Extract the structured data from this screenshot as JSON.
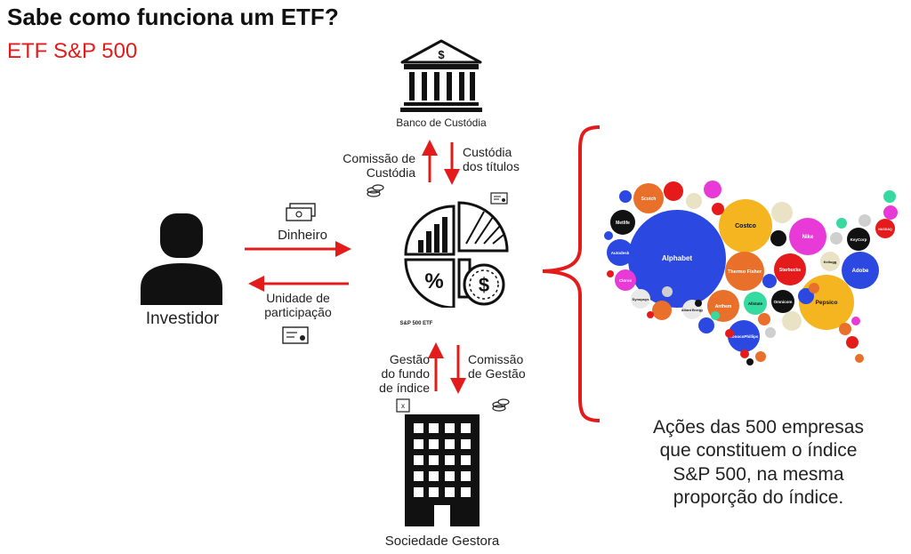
{
  "header": {
    "title": "Sabe como funciona um ETF?",
    "subtitle": "ETF S&P 500"
  },
  "nodes": {
    "bank": "Banco de Custódia",
    "investor": "Investidor",
    "etf": "S&P 500 ETF",
    "manager": "Sociedade Gestora"
  },
  "flows": {
    "custody_fee": [
      "Comissão de",
      "Custódia"
    ],
    "custody_securities": [
      "Custódia",
      "dos títulos"
    ],
    "money": "Dinheiro",
    "participation_unit": [
      "Unidade de",
      "participação"
    ],
    "fund_management": [
      "Gestão",
      "do fundo",
      "de índice"
    ],
    "management_fee": [
      "Comissão",
      "de Gestão"
    ]
  },
  "companies": [
    "Alphabet",
    "Costco",
    "Scotch",
    "Metlife",
    "Autodesk",
    "Clorox",
    "Synopsys",
    "Alliant Energy",
    "Anthem",
    "Thermo Fisher",
    "Starbucks",
    "Nike",
    "Kellogg",
    "KeyCorp",
    "NASDAQ",
    "Adobe",
    "Allstate",
    "Omnicom",
    "Pepsico",
    "ConocoPhillips"
  ],
  "caption": [
    "Ações das 500 empresas",
    "que constituem o índice",
    "S&P 500, na mesma",
    "proporção do índice."
  ],
  "colors": {
    "accent": "#e31b1b",
    "icon": "#111111"
  }
}
